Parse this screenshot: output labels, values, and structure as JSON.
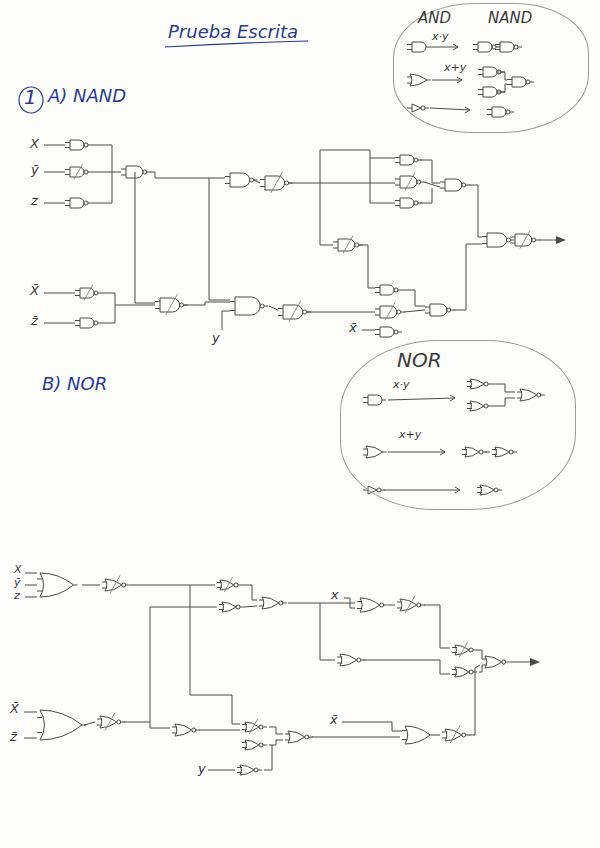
{
  "diagram": {
    "title": "Prueba Escrita",
    "nodes": [
      {
        "text": [
          "AND",
          "NAND",
          "x·y",
          "x+y"
        ]
      },
      {
        "text": [
          "NOR",
          "x·y",
          "x+y"
        ]
      }
    ],
    "labels": [
      "1",
      "A) NAND",
      "B) NOR",
      "X",
      "ȳ",
      "z",
      "X̄",
      "z̄",
      "y",
      "x̄",
      "X",
      "ȳ",
      "z",
      "X̄",
      "z̄",
      "x",
      "x̄",
      "y"
    ]
  }
}
